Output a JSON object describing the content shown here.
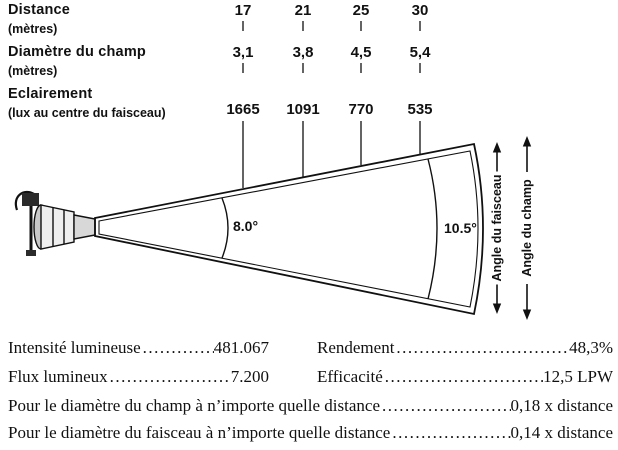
{
  "page": {
    "background": "#ffffff",
    "text_color": "#111111"
  },
  "table": {
    "rows": [
      {
        "label": "Distance",
        "sublabel": "(mètres)",
        "values": [
          "17",
          "21",
          "25",
          "30"
        ]
      },
      {
        "label": "Diamètre du champ",
        "sublabel": "(mètres)",
        "values": [
          "3,1",
          "3,8",
          "4,5",
          "5,4"
        ]
      },
      {
        "label": "Eclairement",
        "sublabel": "(lux au centre du faisceau)",
        "values": [
          "1665",
          "1091",
          "770",
          "535"
        ]
      }
    ]
  },
  "diagram": {
    "beam_angle_value": "8.0°",
    "field_angle_value": "10.5°",
    "beam_axis_label": "Angle du faisceau",
    "field_axis_label": "Angle du champ"
  },
  "stats": {
    "intensity": {
      "label": "Intensité lumineuse",
      "value": "481.067"
    },
    "flux": {
      "label": "Flux lumineux",
      "value": "7.200"
    },
    "rendement": {
      "label": "Rendement",
      "value": "48,3%"
    },
    "efficacite": {
      "label": "Efficacité",
      "value": "12,5 LPW"
    }
  },
  "formulas": {
    "champ": {
      "label": "Pour le diamètre du champ à n’importe quelle distance",
      "value": "0,18 x distance"
    },
    "faisceau": {
      "label": "Pour le diamètre du faisceau à n’importe quelle distance",
      "value": "0,14 x distance"
    }
  },
  "leader_dots": "..........................................................................................."
}
